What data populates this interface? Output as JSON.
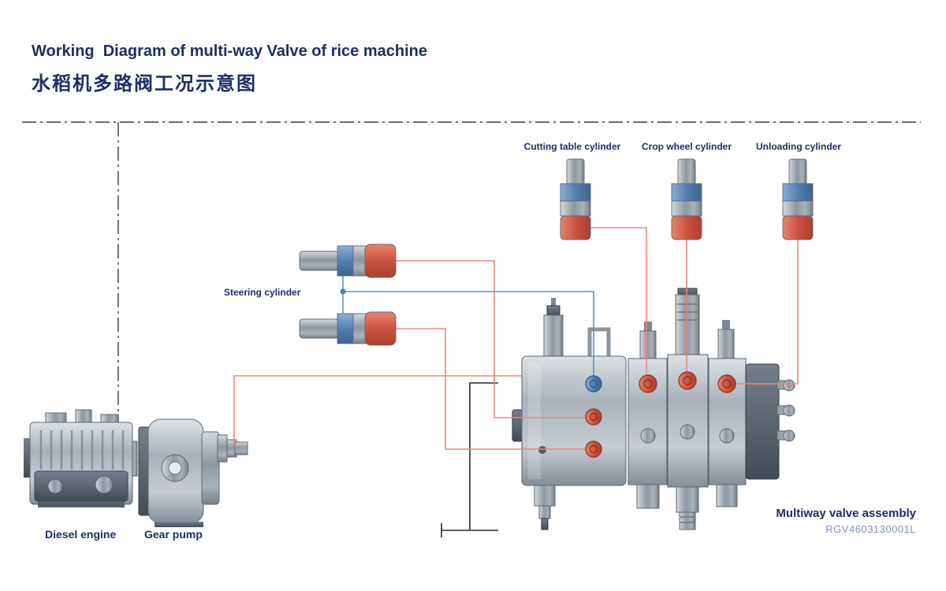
{
  "title": {
    "en": "Working  Diagram of multi-way Valve of rice machine",
    "zh": "水稻机多路阀工况示意图"
  },
  "labels": {
    "cutting_table_cylinder": "Cutting table cylinder",
    "crop_wheel_cylinder": "Crop wheel cylinder",
    "unloading_cylinder": "Unloading cylinder",
    "steering_cylinder": "Steering cylinder",
    "diesel_engine": "Diesel engine",
    "gear_pump": "Gear pump",
    "assembly": "Multiway valve assembly",
    "model": "RGV4603130001L"
  },
  "colors": {
    "title_navy": "#1d2e66",
    "model_blue": "#8290c6",
    "line_red": "#f08478",
    "line_blue": "#5d8fc6",
    "cylinder_red": "#cf5a42",
    "cylinder_blue": "#5b86b5",
    "metal_gray": "#9aa4ae"
  },
  "components": [
    {
      "id": "diesel-engine",
      "label": "Diesel engine"
    },
    {
      "id": "gear-pump",
      "label": "Gear pump"
    },
    {
      "id": "steering-cylinder",
      "label": "Steering cylinder"
    },
    {
      "id": "cutting-table-cylinder",
      "label": "Cutting table cylinder"
    },
    {
      "id": "crop-wheel-cylinder",
      "label": "Crop wheel cylinder"
    },
    {
      "id": "unloading-cylinder",
      "label": "Unloading cylinder"
    },
    {
      "id": "multiway-valve-assembly",
      "label": "Multiway valve assembly",
      "model": "RGV4603130001L"
    }
  ]
}
